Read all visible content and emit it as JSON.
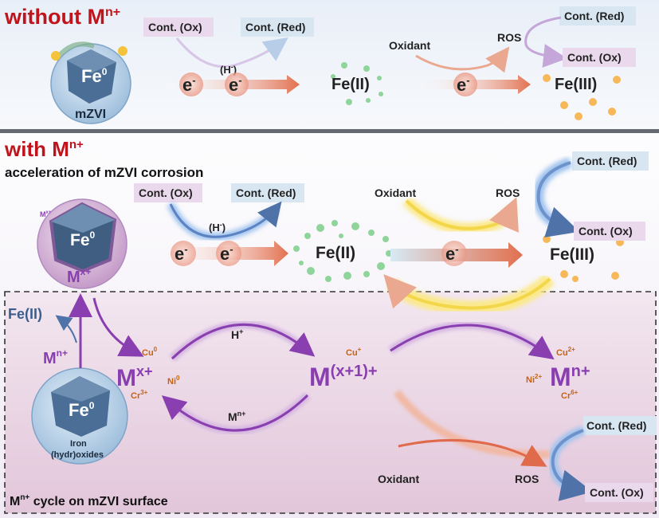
{
  "top_panel": {
    "title_main": "without M",
    "title_sup": "n+",
    "label_cont_ox_1": "Cont. (Ox)",
    "label_cont_red_1": "Cont. (Red)",
    "label_h": "(H",
    "label_h_sup": "-",
    "label_h_close": ")",
    "e_symbol": "e",
    "e_sup": "-",
    "fe2": "Fe(II)",
    "oxidant": "Oxidant",
    "ros": "ROS",
    "cont_red_2": "Cont. (Red)",
    "cont_ox_2": "Cont. (Ox)",
    "fe3": "Fe(III)",
    "particle_core": "Fe",
    "particle_core_sup": "0",
    "particle_label": "mZVI"
  },
  "bottom_panel": {
    "title_main": "with M",
    "title_sup": "n+",
    "subtitle": "acceleration of mZVI corrosion",
    "cont_ox_1": "Cont. (Ox)",
    "cont_red_1": "Cont. (Red)",
    "label_h": "(H",
    "label_h_sup": "-",
    "label_h_close": ")",
    "oxidant_1": "Oxidant",
    "ros_1": "ROS",
    "cont_red_2": "Cont. (Red)",
    "cont_ox_2": "Cont. (Ox)",
    "fe2": "Fe(II)",
    "fe3": "Fe(III)",
    "particle_core": "Fe",
    "particle_core_sup": "0",
    "particle_shell_label": "M",
    "particle_shell_sup": "x+",
    "particle_shell_small": "M",
    "particle_shell_small_sup": "x+"
  },
  "cycle": {
    "fe2_release": "Fe(II)",
    "mn_left": "M",
    "mn_left_sup": "n+",
    "mx_label": "M",
    "mx_sup": "x+",
    "cu0": "Cu",
    "cu0_sup": "0",
    "ni0": "Ni",
    "ni0_sup": "0",
    "cr3": "Cr",
    "cr3_sup": "3+",
    "h_plus": "H",
    "h_plus_sup": "+",
    "mn_bottom": "M",
    "mn_bottom_sup": "n+",
    "mx1_label": "M",
    "mx1_sup": "(x+1)+",
    "cu_plus": "Cu",
    "cu_plus_sup": "+",
    "mn_right": "M",
    "mn_right_sup": "n+",
    "cu2": "Cu",
    "cu2_sup": "2+",
    "ni2": "Ni",
    "ni2_sup": "2+",
    "cr6": "Cr",
    "cr6_sup": "6+",
    "oxidant": "Oxidant",
    "ros": "ROS",
    "cont_red": "Cont. (Red)",
    "cont_ox": "Cont. (Ox)",
    "particle_core": "Fe",
    "particle_core_sup": "0",
    "particle_label_1": "Iron",
    "particle_label_2": "(hydr)oxides",
    "footer": "M",
    "footer_sup": "n+",
    "footer_rest": " cycle on mZVI surface"
  },
  "colors": {
    "title_red": "#c0141c",
    "purple": "#8a3fb0",
    "orange_label": "#c7620f",
    "fe_blue": "#3a5f8f",
    "cont_ox_bg": "#ead8ec",
    "cont_red_bg": "#d8e6f2"
  }
}
